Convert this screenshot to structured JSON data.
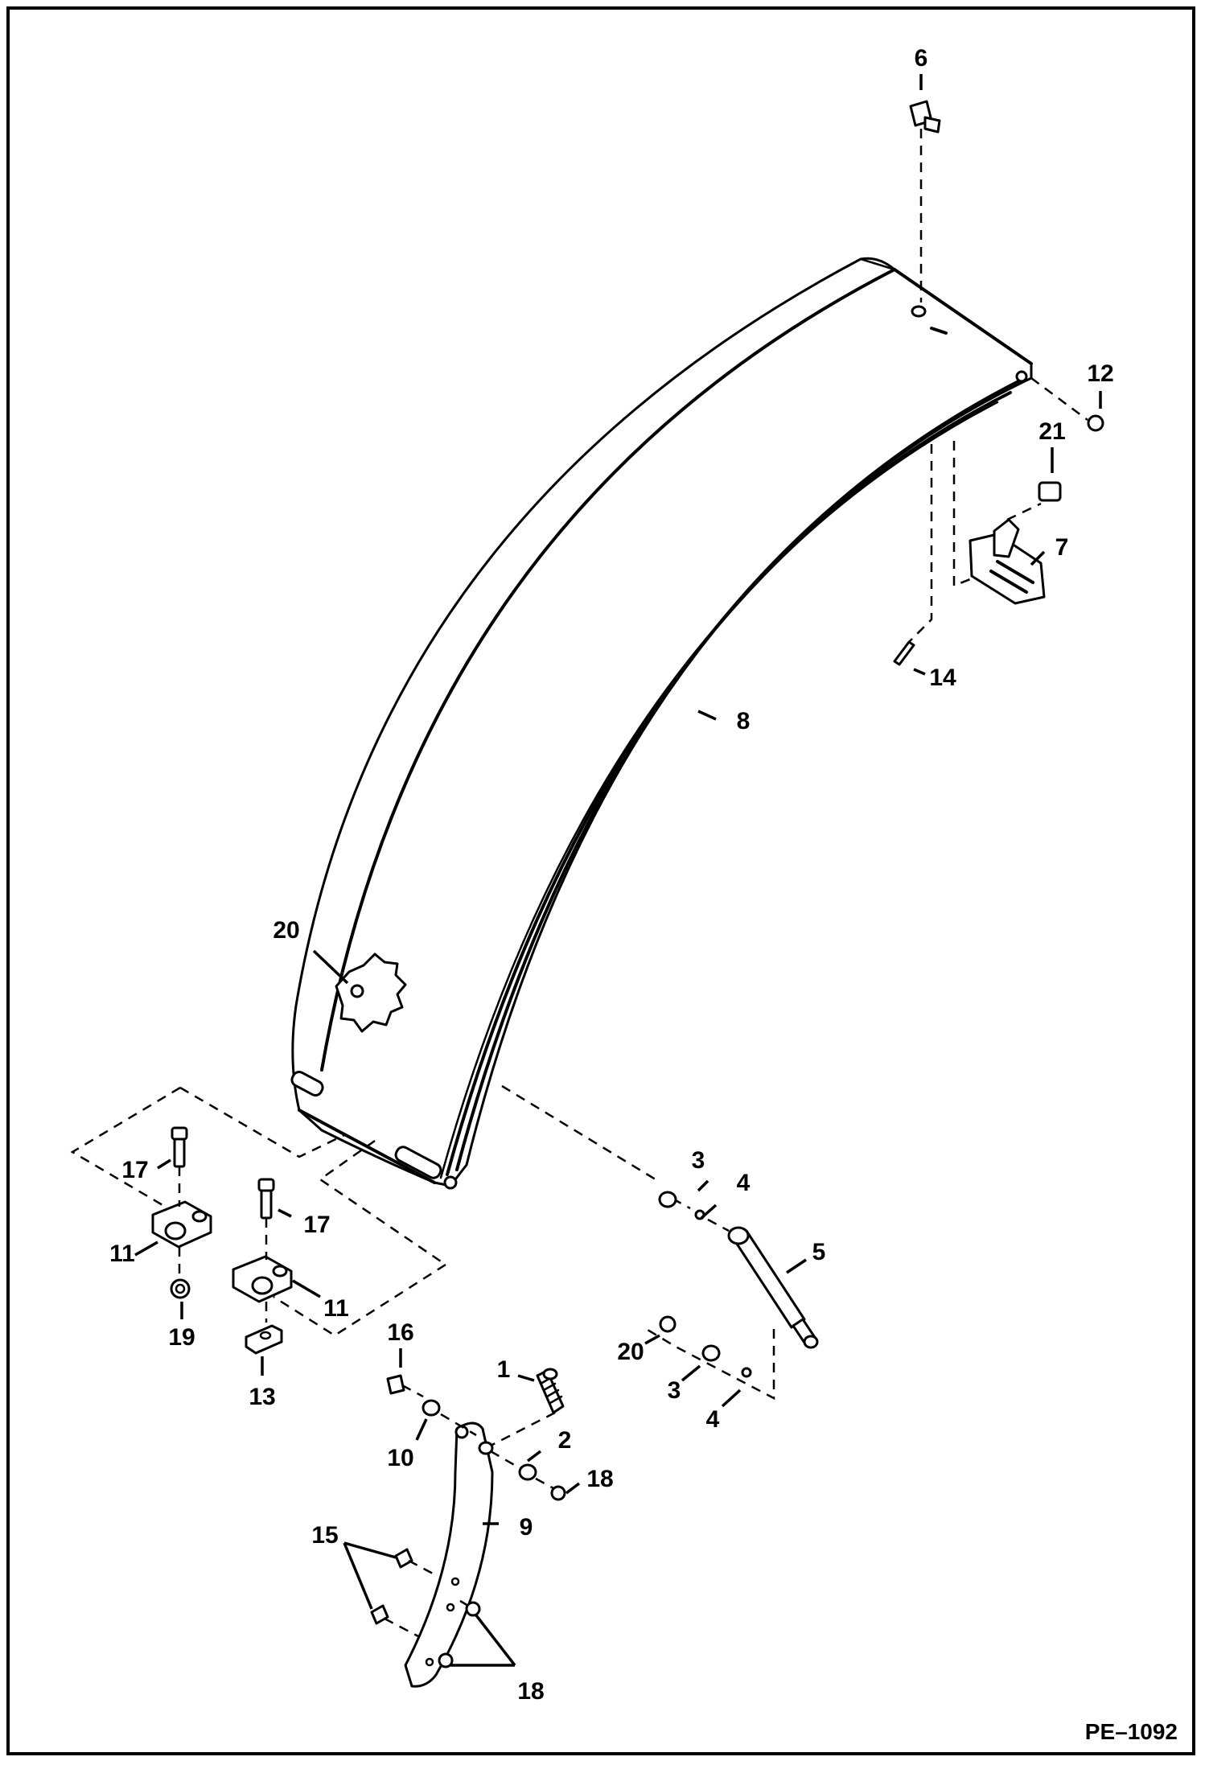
{
  "diagram": {
    "drawing_number": "PE–1092",
    "callouts": {
      "p1": "1",
      "p2": "2",
      "p3a": "3",
      "p3b": "3",
      "p4a": "4",
      "p4b": "4",
      "p5": "5",
      "p6": "6",
      "p7": "7",
      "p8": "8",
      "p9": "9",
      "p10": "10",
      "p11a": "11",
      "p11b": "11",
      "p12": "12",
      "p13": "13",
      "p14": "14",
      "p15": "15",
      "p16": "16",
      "p17a": "17",
      "p17b": "17",
      "p18a": "18",
      "p18b": "18",
      "p19": "19",
      "p20a": "20",
      "p20b": "20",
      "p21": "21"
    }
  }
}
